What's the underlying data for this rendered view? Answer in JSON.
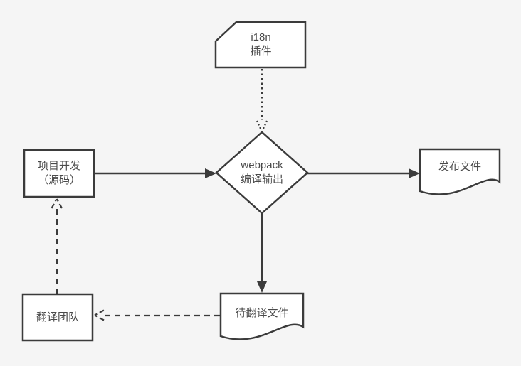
{
  "diagram": {
    "type": "flowchart",
    "colors": {
      "background": "#f5f5f5",
      "shape_fill": "#ffffff",
      "stroke": "#3b3b3b",
      "text": "#4a4a4a"
    },
    "nodes": [
      {
        "id": "i18n-plugin",
        "shape": "card",
        "lines": [
          "i18n",
          "插件"
        ]
      },
      {
        "id": "project-dev",
        "shape": "rectangle",
        "lines": [
          "项目开发",
          "（源码）"
        ]
      },
      {
        "id": "webpack-compile",
        "shape": "diamond",
        "lines": [
          "webpack",
          "编译输出"
        ]
      },
      {
        "id": "publish-files",
        "shape": "document",
        "lines": [
          "发布文件"
        ]
      },
      {
        "id": "pending-translate-files",
        "shape": "document",
        "lines": [
          "待翻译文件"
        ]
      },
      {
        "id": "translation-team",
        "shape": "rectangle",
        "lines": [
          "翻译团队"
        ]
      }
    ],
    "edges": [
      {
        "from": "i18n-plugin",
        "to": "webpack-compile",
        "line_style": "dotted",
        "arrowhead": "open"
      },
      {
        "from": "project-dev",
        "to": "webpack-compile",
        "line_style": "solid",
        "arrowhead": "filled"
      },
      {
        "from": "webpack-compile",
        "to": "publish-files",
        "line_style": "solid",
        "arrowhead": "filled"
      },
      {
        "from": "webpack-compile",
        "to": "pending-translate-files",
        "line_style": "solid",
        "arrowhead": "filled"
      },
      {
        "from": "pending-translate-files",
        "to": "translation-team",
        "line_style": "dashed",
        "arrowhead": "open"
      },
      {
        "from": "translation-team",
        "to": "project-dev",
        "line_style": "dashed",
        "arrowhead": "open"
      }
    ]
  }
}
